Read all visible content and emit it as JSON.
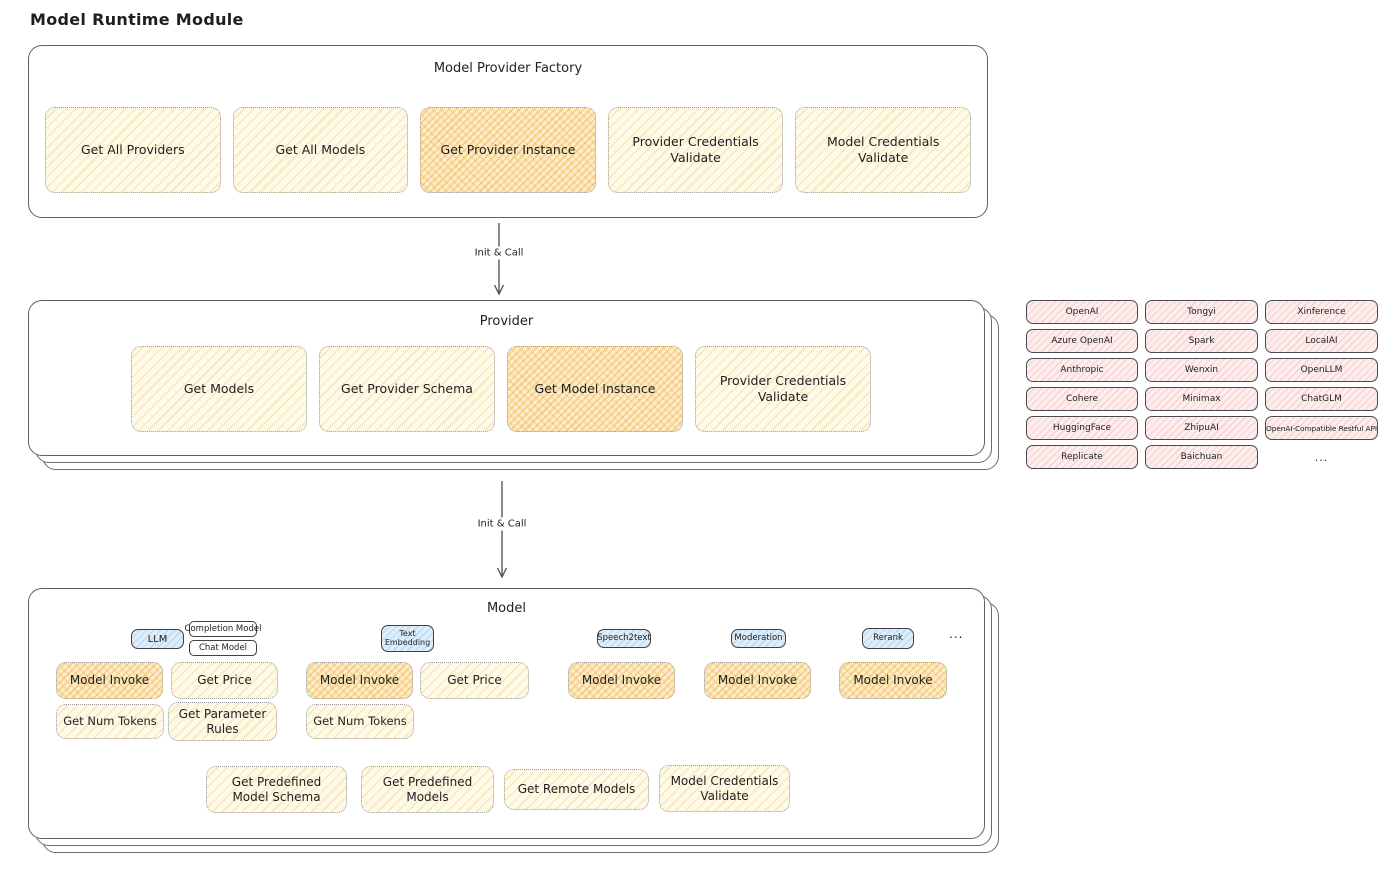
{
  "title": "Model Runtime Module",
  "colors": {
    "yellow_fill": "#fefae9",
    "yellow_hatch": "#f6c86e",
    "orange_fill": "#fcecc8",
    "orange_hatch": "#f0af46",
    "pink_fill": "#fdeeee",
    "pink_hatch": "#eb8c8c",
    "blue_fill": "#ddedf9",
    "box_stroke": "#606068",
    "text": "#1f1f1f"
  },
  "factory": {
    "title": "Model Provider Factory",
    "buttons": [
      {
        "label": "Get All Providers",
        "highlighted": false
      },
      {
        "label": "Get All Models",
        "highlighted": false
      },
      {
        "label": "Get Provider Instance",
        "highlighted": true
      },
      {
        "label": "Provider Credentials Validate",
        "highlighted": false
      },
      {
        "label": "Model Credentials Validate",
        "highlighted": false
      }
    ]
  },
  "arrows": {
    "factory_to_provider": "Init & Call",
    "provider_to_model": "Init & Call"
  },
  "provider": {
    "title": "Provider",
    "buttons": [
      {
        "label": "Get Models",
        "highlighted": false
      },
      {
        "label": "Get Provider Schema",
        "highlighted": false
      },
      {
        "label": "Get Model Instance",
        "highlighted": true
      },
      {
        "label": "Provider Credentials Validate",
        "highlighted": false
      }
    ]
  },
  "model": {
    "title": "Model",
    "groups": {
      "llm": {
        "badge": "LLM",
        "sub_badges": [
          "Completion Model",
          "Chat Model"
        ],
        "invoke": "Model Invoke",
        "price": "Get Price",
        "tokens": "Get Num Tokens",
        "rules": "Get Parameter Rules"
      },
      "text_embedding": {
        "badge": "Text Embedding",
        "invoke": "Model Invoke",
        "price": "Get Price",
        "tokens": "Get Num Tokens"
      },
      "speech2text": {
        "badge": "Speech2text",
        "invoke": "Model Invoke"
      },
      "moderation": {
        "badge": "Moderation",
        "invoke": "Model Invoke"
      },
      "rerank": {
        "badge": "Rerank",
        "invoke": "Model Invoke"
      },
      "more": "..."
    },
    "bottom_buttons": [
      {
        "label": "Get Predefined Model Schema"
      },
      {
        "label": "Get Predefined Models"
      },
      {
        "label": "Get Remote Models"
      },
      {
        "label": "Model Credentials Validate"
      }
    ]
  },
  "providers_panel": {
    "grid": [
      [
        "OpenAI",
        "Tongyi",
        "Xinference"
      ],
      [
        "Azure OpenAI",
        "Spark",
        "LocalAI"
      ],
      [
        "Anthropic",
        "Wenxin",
        "OpenLLM"
      ],
      [
        "Cohere",
        "Minimax",
        "ChatGLM"
      ],
      [
        "HuggingFace",
        "ZhipuAI",
        "OpenAI-Compatible Restful API"
      ],
      [
        "Replicate",
        "Baichuan"
      ]
    ],
    "more": "..."
  }
}
